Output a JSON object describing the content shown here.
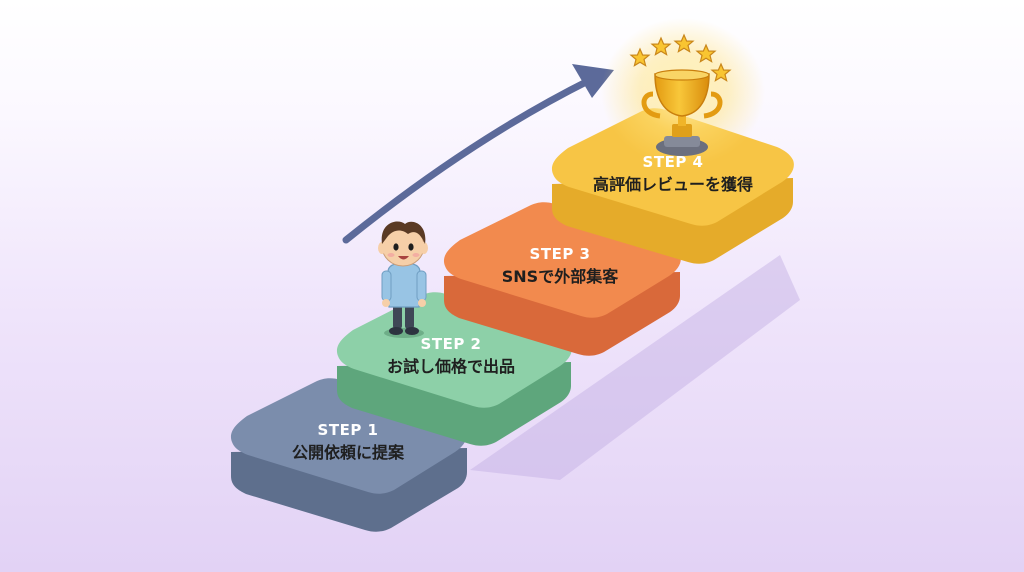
{
  "steps": [
    {
      "number": "STEP 1",
      "text": "公開依頼に提案",
      "color": "#7b8dac"
    },
    {
      "number": "STEP 2",
      "text": "お試し価格で出品",
      "color": "#8dd0a8"
    },
    {
      "number": "STEP 3",
      "text": "SNSで外部集客",
      "color": "#f28a4e"
    },
    {
      "number": "STEP 4",
      "text": "高評価レビューを獲得",
      "color": "#f7c545"
    }
  ],
  "colors": {
    "arrow": "#5c6a9a",
    "trophy": "#f2b01e",
    "stars": "#f9c531",
    "background_bottom": "#e2d2f5"
  },
  "icons": {
    "person": "child-figure-icon",
    "trophy": "trophy-icon",
    "stars": "star-icon",
    "arrow": "upward-arrow-icon"
  }
}
